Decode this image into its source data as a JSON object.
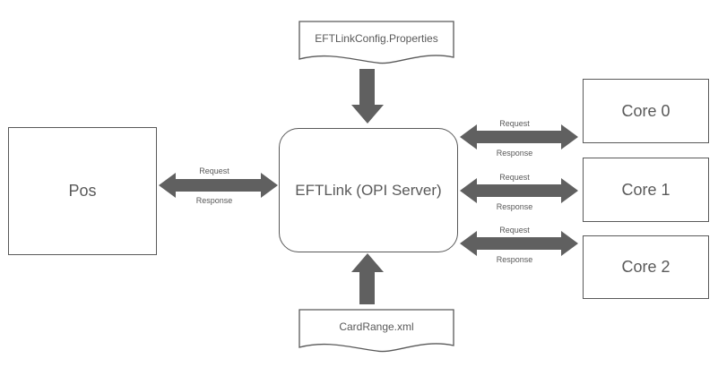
{
  "nodes": {
    "pos": "Pos",
    "server": "EFTLink (OPI Server)",
    "core0": "Core 0",
    "core1": "Core 1",
    "core2": "Core 2"
  },
  "documents": {
    "config": "EFTLinkConfig.Properties",
    "card_range": "CardRange.xml"
  },
  "connections": {
    "pos_request": "Request",
    "pos_response": "Response",
    "core0_request": "Request",
    "core0_response": "Response",
    "core1_request": "Request",
    "core1_response": "Response",
    "core2_request": "Request",
    "core2_response": "Response"
  },
  "colors": {
    "stroke": "#595959",
    "arrow": "#606060"
  }
}
